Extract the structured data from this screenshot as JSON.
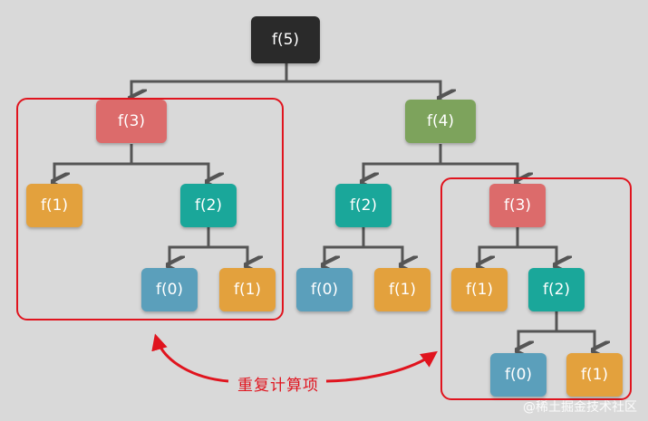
{
  "colors": {
    "black": "#2a2a2a",
    "red": "#dc6b6b",
    "green": "#7da35c",
    "teal": "#1aa79a",
    "orange": "#e3a13d",
    "blue": "#5b9fbb",
    "highlight": "#e0141e",
    "edge": "#555555"
  },
  "nodes": [
    {
      "id": "n1",
      "label": "f(5)"
    },
    {
      "id": "n2",
      "label": "f(3)"
    },
    {
      "id": "n3",
      "label": "f(4)"
    },
    {
      "id": "n4",
      "label": "f(1)"
    },
    {
      "id": "n5",
      "label": "f(2)"
    },
    {
      "id": "n6",
      "label": "f(0)"
    },
    {
      "id": "n7",
      "label": "f(1)"
    },
    {
      "id": "n8",
      "label": "f(2)"
    },
    {
      "id": "n9",
      "label": "f(3)"
    },
    {
      "id": "n10",
      "label": "f(0)"
    },
    {
      "id": "n11",
      "label": "f(1)"
    },
    {
      "id": "n12",
      "label": "f(1)"
    },
    {
      "id": "n13",
      "label": "f(2)"
    },
    {
      "id": "n14",
      "label": "f(0)"
    },
    {
      "id": "n15",
      "label": "f(1)"
    }
  ],
  "caption": "重复计算项",
  "watermark": "@稀土掘金技术社区"
}
